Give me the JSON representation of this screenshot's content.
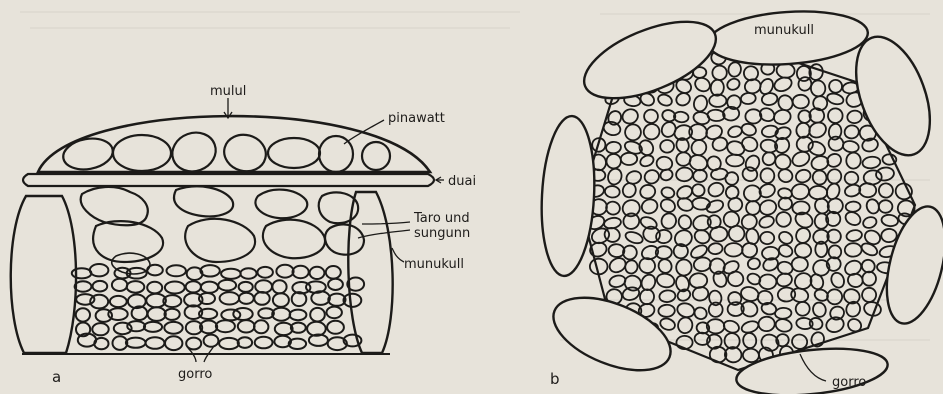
{
  "figure": {
    "panel_a": {
      "letter": "a",
      "labels": {
        "mulul": "mulul",
        "pinawatt": "pinawatt",
        "duai": "duai",
        "taro_line1": "Taro und",
        "taro_line2": "sungunn",
        "munukull": "munukull",
        "gorro": "gorro"
      }
    },
    "panel_b": {
      "letter": "b",
      "labels": {
        "munukull": "munukull",
        "gorro": "gorro"
      }
    },
    "colors": {
      "paper": "#e7e3da",
      "ink": "#1c1b19"
    }
  }
}
